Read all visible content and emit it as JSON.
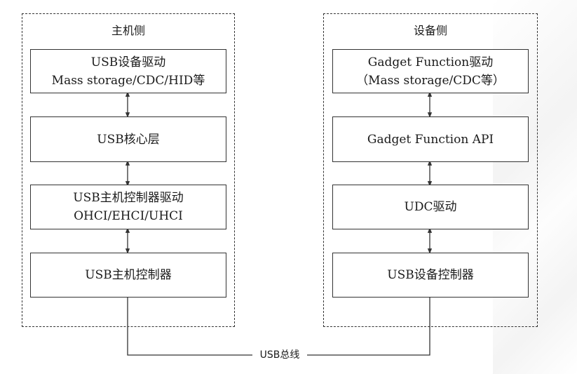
{
  "host": {
    "title": "主机侧",
    "boxes": [
      {
        "line1": "USB设备驱动",
        "line2": "Mass storage/CDC/HID等"
      },
      {
        "line1": "USB核心层",
        "line2": ""
      },
      {
        "line1": "USB主机控制器驱动",
        "line2": "OHCI/EHCI/UHCI"
      },
      {
        "line1": "USB主机控制器",
        "line2": ""
      }
    ]
  },
  "device": {
    "title": "设备侧",
    "boxes": [
      {
        "line1": "Gadget Function驱动",
        "line2": "（Mass storage/CDC等）"
      },
      {
        "line1": "Gadget Function API",
        "line2": ""
      },
      {
        "line1": "UDC驱动",
        "line2": ""
      },
      {
        "line1": "USB设备控制器",
        "line2": ""
      }
    ]
  },
  "bus": {
    "label": "USB总线"
  },
  "colors": {
    "stroke": "#333333",
    "background": "#ffffff"
  }
}
